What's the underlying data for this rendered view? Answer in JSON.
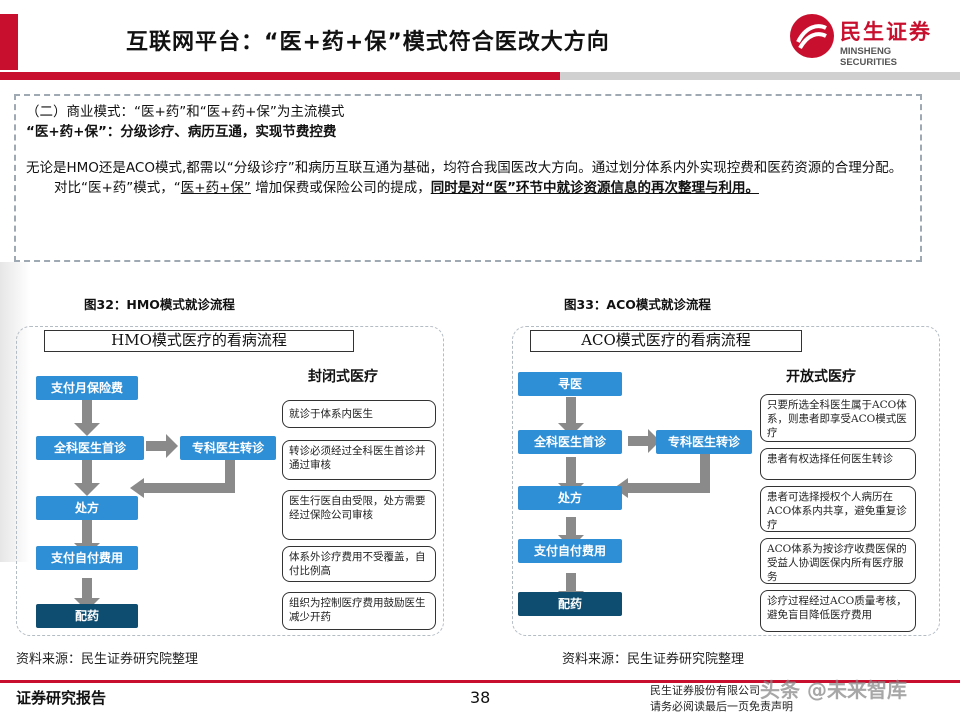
{
  "header": {
    "title": "互联网平台：“医+药+保”模式符合医改大方向",
    "logo_cn": "民生证券",
    "logo_en": "MINSHENG SECURITIES",
    "brand_color": "#c8102e"
  },
  "intro": {
    "line1": "（二）商业模式：“医+药”和“医+药+保”为主流模式",
    "line2": "“医+药+保”：分级诊疗、病历互通，实现节费控费",
    "para1": "无论是HMO还是ACO模式,都需以“分级诊疗”和病历互联互通为基础，均符合我国医改大方向。通过划分体系内外实现控费和医药资源的合理分配。",
    "para2_a": "对比“医+药”模式，“",
    "para2_b": "医+药+保”",
    "para2_c": " 增加保费或保险公司的提成，",
    "para2_bold": "同时是对“医”环节中就诊资源信息的再次整理与利用。"
  },
  "figures": {
    "hmo": {
      "caption": "图32：HMO模式就诊流程",
      "title": "HMO模式医疗的看病流程",
      "subtitle": "封闭式医疗",
      "steps": [
        "支付月保险费",
        "全科医生首诊",
        "专科医生转诊",
        "处方",
        "支付自付费用",
        "配药"
      ],
      "notes": [
        "就诊于体系内医生",
        "转诊必须经过全科医生首诊并通过审核",
        "医生行医自由受限，处方需要经过保险公司审核",
        "体系外诊疗费用不受覆盖，自付比例高",
        "组织为控制医疗费用鼓励医生减少开药"
      ],
      "source": "资料来源：民生证券研究院整理"
    },
    "aco": {
      "caption": "图33：ACO模式就诊流程",
      "title": "ACO模式医疗的看病流程",
      "subtitle": "开放式医疗",
      "steps": [
        "寻医",
        "全科医生首诊",
        "专科医生转诊",
        "处方",
        "支付自付费用",
        "配药"
      ],
      "notes": [
        "只要所选全科医生属于ACO体系，则患者即享受ACO模式医疗",
        "患者有权选择任何医生转诊",
        "患者可选择授权个人病历在ACO体系内共享，避免重复诊疗",
        "ACO体系为按诊疗收费医保的受益人协调医保内所有医疗服务",
        "诊疗过程经过ACO质量考核，避免盲目降低医疗费用"
      ],
      "source": "资料来源：民生证券研究院整理"
    }
  },
  "footer": {
    "report_label": "证券研究报告",
    "page_number": "38",
    "company": "民生证券股份有限公司",
    "disclaimer": "请务必阅读最后一页免责声明",
    "watermark": "头条 @未来智库"
  }
}
